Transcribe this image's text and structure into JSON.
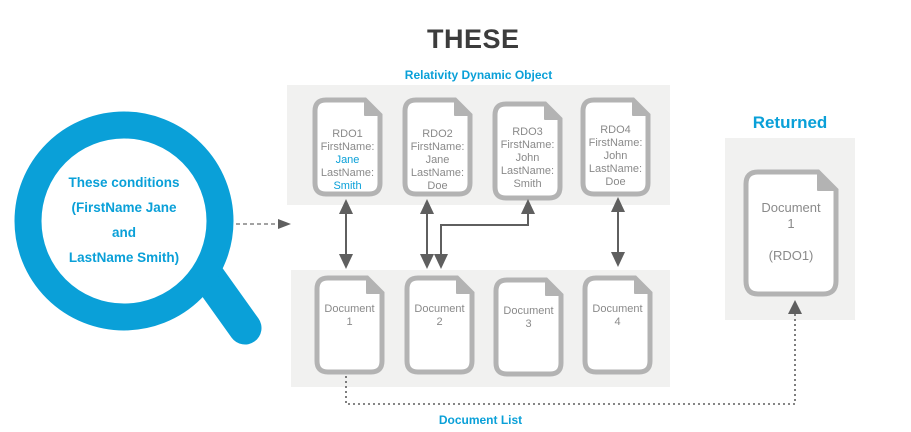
{
  "title": "THESE",
  "rdo_section": {
    "label": "Relativity Dynamic Object",
    "items": [
      {
        "id": "RDO1",
        "first_label": "FirstName:",
        "first": "Jane",
        "last_label": "LastName:",
        "last": "Smith",
        "highlighted": true
      },
      {
        "id": "RDO2",
        "first_label": "FirstName:",
        "first": "Jane",
        "last_label": "LastName:",
        "last": "Doe",
        "highlighted": false
      },
      {
        "id": "RDO3",
        "first_label": "FirstName:",
        "first": "John",
        "last_label": "LastName:",
        "last": "Smith",
        "highlighted": false
      },
      {
        "id": "RDO4",
        "first_label": "FirstName:",
        "first": "John",
        "last_label": "LastName:",
        "last": "Doe",
        "highlighted": false
      }
    ]
  },
  "document_section": {
    "label": "Document List",
    "items": [
      {
        "name": "Document",
        "number": "1"
      },
      {
        "name": "Document",
        "number": "2"
      },
      {
        "name": "Document",
        "number": "3"
      },
      {
        "name": "Document",
        "number": "4"
      }
    ]
  },
  "search": {
    "icon": "magnifier-icon",
    "lines": [
      "These conditions",
      "(FirstName Jane",
      "and",
      "LastName Smith)"
    ]
  },
  "returned": {
    "label": "Returned",
    "doc_name": "Document",
    "doc_number": "1",
    "doc_ref": "(RDO1)"
  },
  "links": [
    {
      "from": "RDO1",
      "to": "Document 1"
    },
    {
      "from": "RDO2",
      "to": "Document 2"
    },
    {
      "from": "RDO3",
      "to": "Document 2"
    },
    {
      "from": "RDO4",
      "to": "Document 4"
    }
  ],
  "colors": {
    "accent": "#0aa0d8",
    "panel": "#f1f1f0",
    "doc_border": "#b3b3b3",
    "arrow": "#5f5f5f",
    "title": "#3c3c3c"
  }
}
